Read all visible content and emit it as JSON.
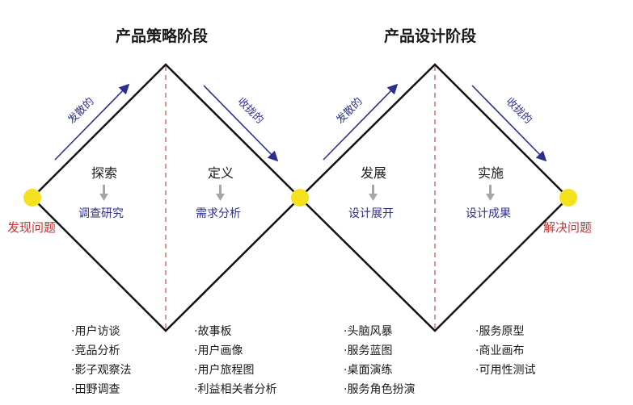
{
  "phases": [
    {
      "title": "产品策略阶段"
    },
    {
      "title": "产品设计阶段"
    }
  ],
  "endpoints": {
    "start": "发现问题",
    "end": "解决问题"
  },
  "arrows": {
    "diverge": "发散的",
    "converge": "收拢的"
  },
  "steps": [
    {
      "label": "探索",
      "method": "调查研究"
    },
    {
      "label": "定义",
      "method": "需求分析"
    },
    {
      "label": "发展",
      "method": "设计展开"
    },
    {
      "label": "实施",
      "method": "设计成果"
    }
  ],
  "lists": [
    [
      "·用户访谈",
      "·竞品分析",
      "·影子观察法",
      "·田野调查"
    ],
    [
      "·故事板",
      "·用户画像",
      "·用户旅程图",
      "·利益相关者分析"
    ],
    [
      "·头脑风暴",
      "·服务蓝图",
      "·桌面演练",
      "·服务角色扮演"
    ],
    [
      "·服务原型",
      "·商业画布",
      "·可用性测试"
    ]
  ],
  "colors": {
    "line": "#111111",
    "dot": "#f4e21f",
    "dashed": "#c0504d",
    "arrow": "#2b2f8f",
    "step_arrow": "#a6a6a6",
    "endpoint_text": "#c83232"
  }
}
